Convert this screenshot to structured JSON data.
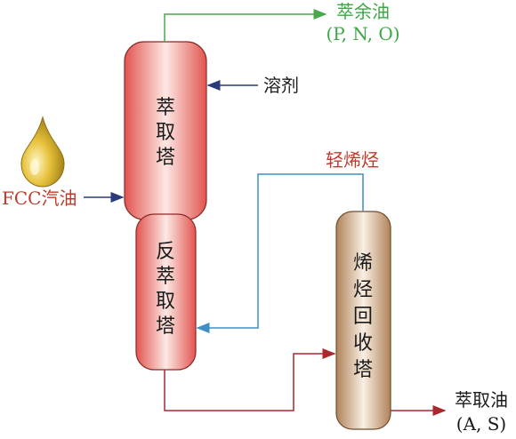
{
  "towers": {
    "extraction": {
      "label_lines": [
        "萃",
        "取",
        "塔"
      ]
    },
    "back_extraction": {
      "label_lines": [
        "反",
        "萃",
        "取",
        "塔"
      ]
    },
    "olefin_recovery": {
      "label_lines": [
        "烯",
        "烃",
        "回",
        "收",
        "塔"
      ]
    }
  },
  "streams": {
    "raffinate": {
      "label": "萃余油",
      "components": "(P, N, O)",
      "color": "#3aa844"
    },
    "solvent": {
      "label": "溶剂",
      "color": "#1a1a1a"
    },
    "feed": {
      "label": "FCC汽油",
      "color": "#c0392b"
    },
    "light_olefins": {
      "label": "轻烯烃",
      "color": "#c0392b"
    },
    "extract_oil": {
      "label": "萃取油",
      "components": "(A, S)",
      "color": "#1a1a1a"
    }
  },
  "colors": {
    "green_line": "#4aa84a",
    "blue_line": "#3d8fc4",
    "navy_line": "#2b3a7a",
    "red_line": "#a8282e",
    "tower_red_edge": "#d9534f",
    "tower_red_mid": "#fbe3df",
    "tower_tan_edge": "#b58a5c",
    "tower_tan_mid": "#f7ece0"
  },
  "icons": {
    "feed_drop": "oil-drop-icon"
  }
}
